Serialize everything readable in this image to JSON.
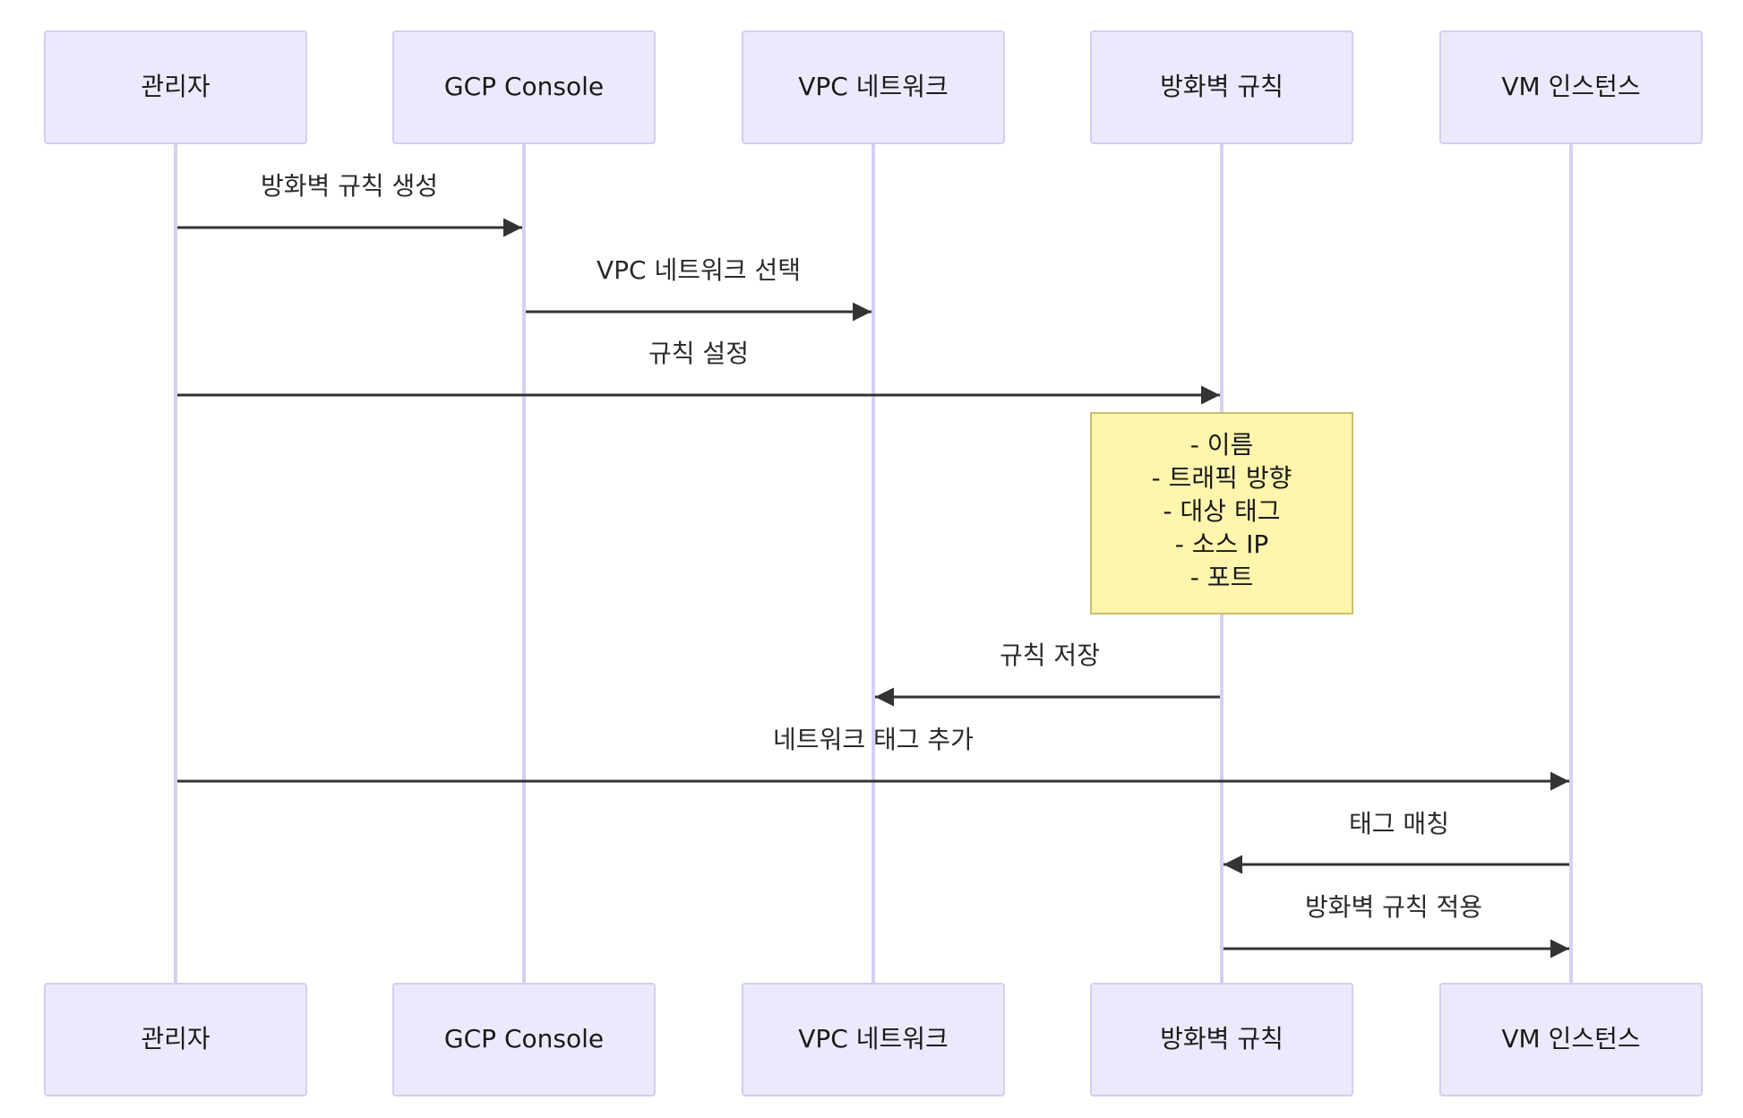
{
  "diagram": {
    "type": "sequence",
    "actors": [
      {
        "id": "admin",
        "label": "관리자"
      },
      {
        "id": "console",
        "label": "GCP Console"
      },
      {
        "id": "vpc",
        "label": "VPC 네트워크"
      },
      {
        "id": "firewall",
        "label": "방화벽 규칙"
      },
      {
        "id": "vm",
        "label": "VM 인스턴스"
      }
    ],
    "messages": [
      {
        "from": "admin",
        "to": "console",
        "label": "방화벽 규칙 생성"
      },
      {
        "from": "console",
        "to": "vpc",
        "label": "VPC 네트워크 선택"
      },
      {
        "from": "admin",
        "to": "firewall",
        "label": "규칙 설정"
      },
      {
        "from": "firewall",
        "to": "vpc",
        "label": "규칙 저장"
      },
      {
        "from": "admin",
        "to": "vm",
        "label": "네트워크 태그 추가"
      },
      {
        "from": "vm",
        "to": "firewall",
        "label": "태그 매칭"
      },
      {
        "from": "firewall",
        "to": "vm",
        "label": "방화벽 규칙 적용"
      }
    ],
    "note": {
      "over": "firewall",
      "lines": [
        "- 이름",
        "- 트래픽 방향",
        "- 대상 태그",
        "- 소스 IP",
        "- 포트"
      ]
    },
    "colors": {
      "actor_fill": "#eaeafc",
      "actor_border": "#d4cdf4",
      "lifeline": "#d7d0f2",
      "arrow": "#333333",
      "note_fill": "#fff5ad",
      "note_border": "#c9c06a"
    }
  }
}
